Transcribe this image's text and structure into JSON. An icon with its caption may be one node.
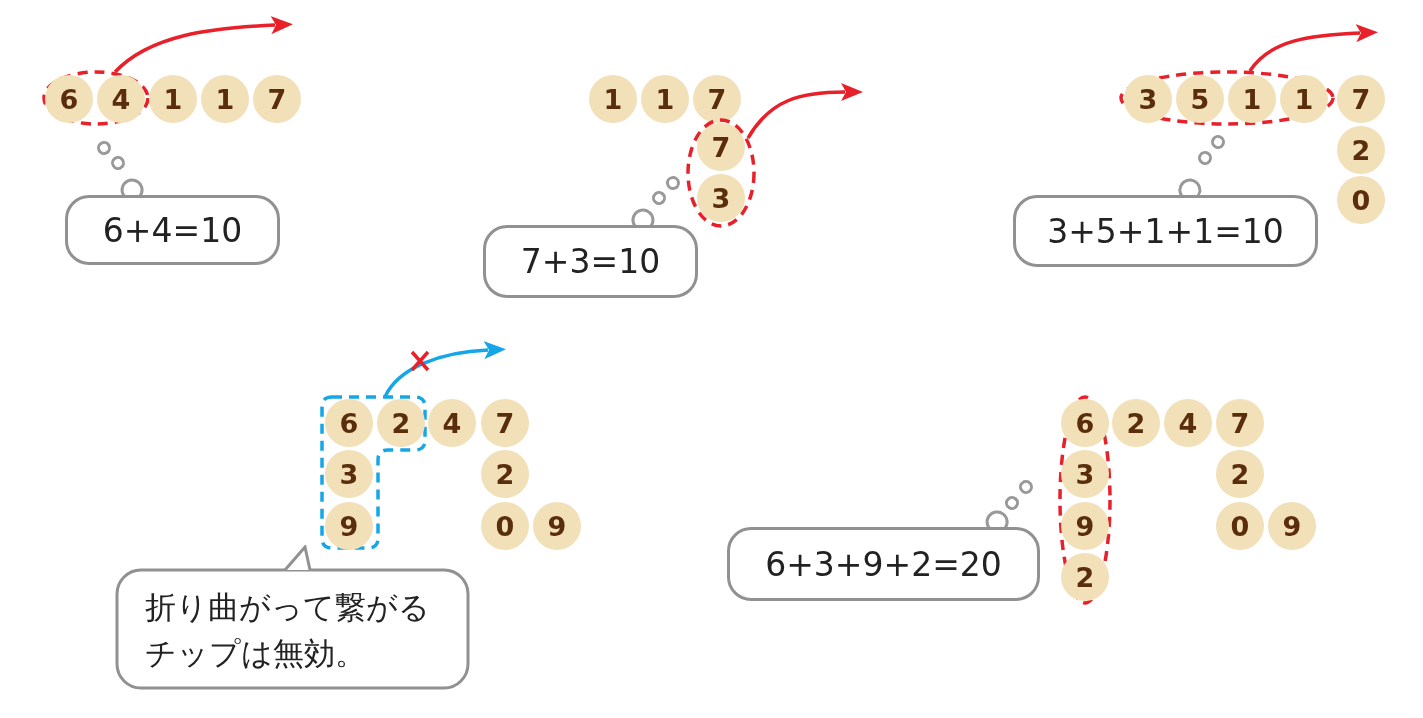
{
  "diagram": {
    "nodes": [
      {
        "text": [],
        "shape": "oval"
      },
      {
        "text": [
          "6"
        ],
        "in": 0
      },
      {
        "text": [
          "4"
        ],
        "in": 0
      },
      {
        "text": [
          "1"
        ]
      },
      {
        "text": [
          "1"
        ]
      },
      {
        "text": [
          "7"
        ]
      },
      {
        "text": [
          "6+4=10"
        ]
      },
      {
        "text": [
          "1"
        ]
      },
      {
        "text": [
          "1"
        ]
      },
      {
        "text": [
          "7"
        ]
      },
      {
        "text": [],
        "shape": "oval"
      },
      {
        "text": [
          "7"
        ],
        "in": 10
      },
      {
        "text": [
          "3"
        ],
        "in": 10
      },
      {
        "text": [
          "7+3=10"
        ]
      },
      {
        "text": [],
        "shape": "oval"
      },
      {
        "text": [
          "3"
        ],
        "in": 14
      },
      {
        "text": [
          "5"
        ],
        "in": 14
      },
      {
        "text": [
          "1"
        ],
        "in": 14
      },
      {
        "text": [
          "1"
        ],
        "in": 14
      },
      {
        "text": [
          "7"
        ]
      },
      {
        "text": [
          "2"
        ]
      },
      {
        "text": [
          "0"
        ]
      },
      {
        "text": [
          "3+5+1+1=10"
        ]
      },
      {
        "text": [],
        "shape": "box"
      },
      {
        "text": [
          "6"
        ],
        "in": 23
      },
      {
        "text": [
          "2"
        ],
        "in": 23
      },
      {
        "text": [
          "3"
        ],
        "in": 23
      },
      {
        "text": [
          "9"
        ],
        "in": 23
      },
      {
        "text": [
          "4"
        ]
      },
      {
        "text": [
          "7"
        ]
      },
      {
        "text": [
          "2"
        ]
      },
      {
        "text": [
          "0"
        ]
      },
      {
        "text": [
          "9"
        ]
      },
      {
        "text": [
          "折り曲がって繋がるチップは無効。"
        ]
      },
      {
        "text": [],
        "shape": "oval"
      },
      {
        "text": [
          "6"
        ],
        "in": 34
      },
      {
        "text": [
          "3"
        ],
        "in": 34
      },
      {
        "text": [
          "9"
        ],
        "in": 34
      },
      {
        "text": [
          "2"
        ],
        "in": 34
      },
      {
        "text": [
          "2"
        ]
      },
      {
        "text": [
          "4"
        ]
      },
      {
        "text": [
          "7"
        ]
      },
      {
        "text": [
          "2"
        ]
      },
      {
        "text": [
          "0"
        ]
      },
      {
        "text": [
          "9"
        ]
      },
      {
        "text": [
          "6+3+9+2=20"
        ]
      }
    ],
    "edges": [
      {
        "from": 0,
        "to": null,
        "arrow": "to",
        "color": "#e8202a"
      },
      {
        "from": 6,
        "to": 0,
        "arrow": "none"
      },
      {
        "from": 10,
        "to": null,
        "arrow": "to",
        "color": "#e8202a"
      },
      {
        "from": 13,
        "to": 10,
        "arrow": "none"
      },
      {
        "from": 14,
        "to": null,
        "arrow": "to",
        "color": "#e8202a"
      },
      {
        "from": 22,
        "to": 14,
        "arrow": "none"
      },
      {
        "from": 23,
        "to": null,
        "arrow": "to",
        "color": "#14a6e6"
      },
      {
        "from": 45,
        "to": 34,
        "arrow": "none"
      }
    ]
  }
}
